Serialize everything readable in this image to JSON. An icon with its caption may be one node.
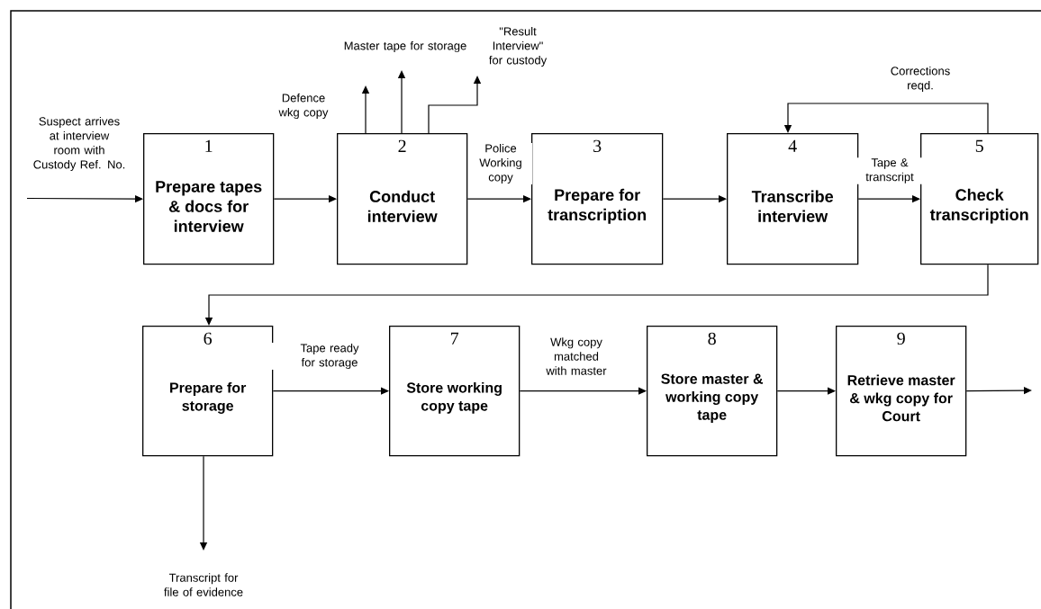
{
  "diagram": {
    "nodes": [
      {
        "text": [
          "1",
          "Prepare tapes & docs for interview"
        ]
      },
      {
        "text": [
          "2",
          "Conduct interview"
        ]
      },
      {
        "text": [
          "3",
          "Prepare for transcription"
        ]
      },
      {
        "text": [
          "4",
          "Transcribe interview"
        ]
      },
      {
        "text": [
          "5",
          "Check transcription"
        ]
      },
      {
        "text": [
          "6",
          "Prepare for storage"
        ]
      },
      {
        "text": [
          "7",
          "Store working copy tape"
        ]
      },
      {
        "text": [
          "8",
          "Store master & working copy tape"
        ]
      },
      {
        "text": [
          "9",
          "Retrieve master & wkg copy for Court"
        ]
      }
    ],
    "edges": [
      {
        "from": null,
        "to": 0,
        "arrow": "to",
        "label": "Suspect arrives at interview room with Custody Ref. No."
      },
      {
        "from": 0,
        "to": 1,
        "arrow": "to"
      },
      {
        "from": 1,
        "to": null,
        "arrow": "to",
        "label": "Defence wkg copy"
      },
      {
        "from": 1,
        "to": null,
        "arrow": "to",
        "label": "Master tape for storage"
      },
      {
        "from": 1,
        "to": null,
        "arrow": "to",
        "label": "\"Result Interview\" for custody"
      },
      {
        "from": 1,
        "to": 2,
        "arrow": "to",
        "label": "Police Working copy"
      },
      {
        "from": 2,
        "to": 3,
        "arrow": "to"
      },
      {
        "from": 3,
        "to": 4,
        "arrow": "to",
        "label": "Tape & transcript"
      },
      {
        "from": 4,
        "to": 3,
        "arrow": "to",
        "label": "Corrections reqd."
      },
      {
        "from": 4,
        "to": 5,
        "arrow": "to"
      },
      {
        "from": 5,
        "to": 6,
        "arrow": "to",
        "label": "Tape ready for storage"
      },
      {
        "from": 5,
        "to": null,
        "arrow": "to",
        "label": "Transcript for file of evidence"
      },
      {
        "from": 6,
        "to": 7,
        "arrow": "to",
        "label": "Wkg copy matched with master"
      },
      {
        "from": 7,
        "to": 8,
        "arrow": "to"
      },
      {
        "from": 8,
        "to": null,
        "arrow": "to"
      }
    ]
  }
}
